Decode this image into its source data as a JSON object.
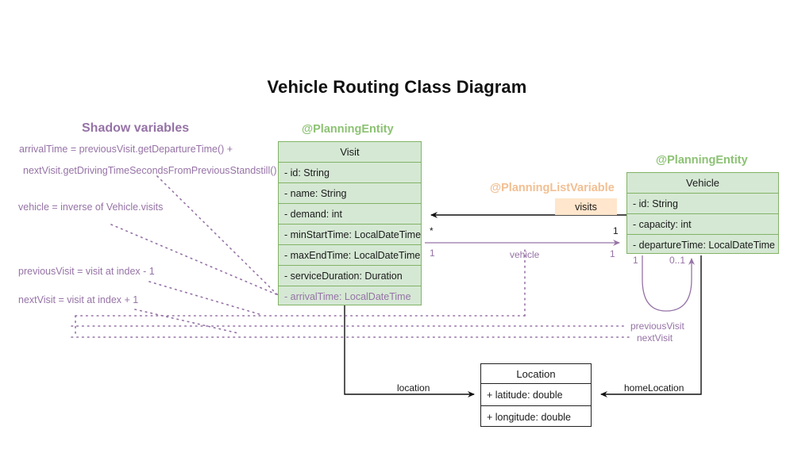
{
  "diagram": {
    "title": "Vehicle Routing Class Diagram",
    "colors": {
      "entity_fill": "#d5e8d4",
      "entity_stroke": "#82b366",
      "stereotype_green": "#8cc273",
      "stereotype_orange": "#f2bf92",
      "shadow_purple": "#9673a6",
      "list_variable_fill": "#ffe6cc",
      "plain_stroke": "#222222",
      "text": "#1a1a1a"
    }
  },
  "shadow_panel": {
    "title": "Shadow variables",
    "lines": [
      "arrivalTime = previousVisit.getDepartureTime() +",
      "nextVisit.getDrivingTimeSecondsFromPreviousStandstill()",
      "vehicle = inverse of Vehicle.visits",
      "previousVisit = visit at index - 1",
      "nextVisit = visit at index + 1"
    ]
  },
  "classes": {
    "visit": {
      "stereotype": "@PlanningEntity",
      "name": "Visit",
      "attributes": [
        {
          "text": "- id: String",
          "shadow": false
        },
        {
          "text": "- name: String",
          "shadow": false
        },
        {
          "text": "- demand: int",
          "shadow": false
        },
        {
          "text": "- minStartTime: LocalDateTime",
          "shadow": false
        },
        {
          "text": "- maxEndTime: LocalDateTime",
          "shadow": false
        },
        {
          "text": "- serviceDuration: Duration",
          "shadow": false
        },
        {
          "text": "- arrivalTime: LocalDateTime",
          "shadow": true
        }
      ]
    },
    "vehicle": {
      "stereotype": "@PlanningEntity",
      "name": "Vehicle",
      "attributes": [
        {
          "text": "- id: String",
          "shadow": false
        },
        {
          "text": "- capacity: int",
          "shadow": false
        },
        {
          "text": "- departureTime: LocalDateTime",
          "shadow": false
        }
      ]
    },
    "location": {
      "name": "Location",
      "attributes": [
        {
          "text": "+ latitude: double",
          "shadow": false
        },
        {
          "text": "+ longitude: double",
          "shadow": false
        }
      ]
    }
  },
  "annotations": {
    "planning_list_variable": "@PlanningListVariable",
    "visits_badge": "visits"
  },
  "relations": {
    "visits": {
      "name": "visits",
      "source_multiplicity": "*",
      "target_multiplicity": "1"
    },
    "vehicle": {
      "name": "vehicle",
      "source_multiplicity": "1",
      "target_multiplicity": "1"
    },
    "previous_visit": {
      "name": "previousVisit",
      "source_multiplicity": "1",
      "target_multiplicity": "0..1"
    },
    "next_visit": {
      "name": "nextVisit"
    },
    "location": {
      "name": "location"
    },
    "home_location": {
      "name": "homeLocation"
    }
  }
}
